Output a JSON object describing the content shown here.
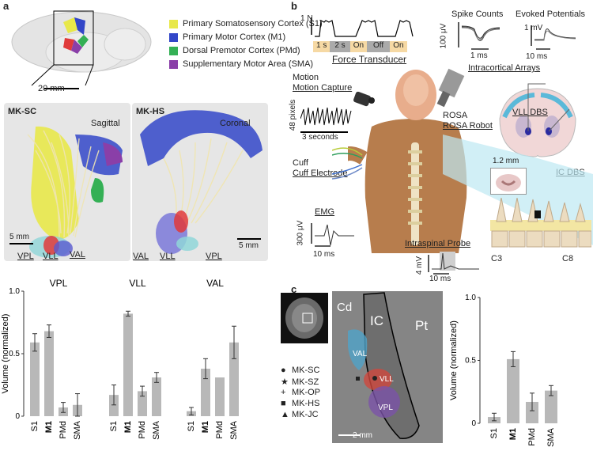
{
  "panel_labels": {
    "a": "a",
    "b": "b",
    "c": "c"
  },
  "legend": {
    "items": [
      {
        "label": "Primary Somatosensory Cortex (S1)",
        "color": "#e8e84a"
      },
      {
        "label": "Primary Motor Cortex (M1)",
        "color": "#3246c8"
      },
      {
        "label": "Dorsal Premotor Cortex (PMd)",
        "color": "#34b055"
      },
      {
        "label": "Supplementary Motor Area (SMA)",
        "color": "#8a3fa8"
      }
    ]
  },
  "panel_a": {
    "scale_top": "20 mm",
    "sc_title": "MK-SC",
    "sc_view": "Sagittal",
    "sc_scale": "5 mm",
    "hs_title": "MK-HS",
    "hs_view": "Coronal",
    "hs_scale": "5 mm",
    "sc_labels": {
      "vpl": "VPL",
      "vll": "VLL",
      "val": "VAL"
    },
    "hs_labels": {
      "val": "VAL",
      "vll": "VLL",
      "vpl": "VPL"
    }
  },
  "panel_b": {
    "force_transducer": "Force Transducer",
    "force_scale": "1 N",
    "timeline": [
      "1 s",
      "2 s",
      "On",
      "Off",
      "On"
    ],
    "spike_counts": "Spike Counts",
    "spike_y": "100 μV",
    "spike_x": "1 ms",
    "evoked": "Evoked Potentials",
    "evoked_y": "1 mV",
    "evoked_x": "10 ms",
    "motion_capture": "Motion Capture",
    "pixels_label": "48 pixels",
    "seconds_label": "3 seconds",
    "intracortical": "Intracortical Arrays",
    "rosa": "ROSA Robot",
    "vll_dbs": "VLL DBS",
    "ic_dbs": "IC DBS",
    "cuff": "Cuff Electrode",
    "emg": "EMG",
    "emg_y": "300 μV",
    "emg_x": "10 ms",
    "spinal_scale": "1.2 mm",
    "intraspinal": "Intraspinal Probe",
    "intraspinal_y": "4 mV",
    "intraspinal_x": "10 ms",
    "c3": "C3",
    "c8": "C8"
  },
  "panel_c": {
    "cd": "Cd",
    "ic": "IC",
    "pt": "Pt",
    "val": "VAL",
    "vll": "VLL",
    "vpl": "VPL",
    "scale": "2 mm",
    "markers": [
      {
        "label": "MK-SC",
        "symbol": "●"
      },
      {
        "label": "MK-SZ",
        "symbol": "★"
      },
      {
        "label": "MK-OP",
        "symbol": "+"
      },
      {
        "label": "MK-HS",
        "symbol": "■"
      },
      {
        "label": "MK-JC",
        "symbol": "▲"
      }
    ]
  },
  "chart_data": [
    {
      "type": "bar",
      "title": "VPL",
      "categories": [
        "S1",
        "M1",
        "PMd",
        "SMA"
      ],
      "values": [
        0.59,
        0.68,
        0.07,
        0.09
      ],
      "errors": [
        0.07,
        0.05,
        0.04,
        0.09
      ],
      "ylabel": "Volume (normalized)",
      "ylim": [
        0,
        1.0
      ],
      "yticks": [
        "0",
        "0.5",
        "1.0"
      ],
      "bold_category": "M1"
    },
    {
      "type": "bar",
      "title": "VLL",
      "categories": [
        "S1",
        "M1",
        "PMd",
        "SMA"
      ],
      "values": [
        0.17,
        0.82,
        0.2,
        0.31
      ],
      "errors": [
        0.08,
        0.02,
        0.04,
        0.04
      ],
      "ylim": [
        0,
        1.0
      ],
      "bold_category": "M1"
    },
    {
      "type": "bar",
      "title": "VAL",
      "categories": [
        "S1",
        "M1",
        "PMd",
        "SMA"
      ],
      "values": [
        0.04,
        0.38,
        0.31,
        0.59
      ],
      "errors": [
        0.03,
        0.08,
        0.0,
        0.13
      ],
      "ylim": [
        0,
        1.0
      ],
      "bold_category": "M1"
    },
    {
      "type": "bar",
      "title": "",
      "categories": [
        "S1",
        "M1",
        "PMd",
        "SMA"
      ],
      "values": [
        0.05,
        0.51,
        0.17,
        0.26
      ],
      "errors": [
        0.03,
        0.06,
        0.07,
        0.04
      ],
      "ylabel": "Volume (normalized)",
      "ylim": [
        0,
        1.0
      ],
      "yticks": [
        "0",
        "0.5",
        "1.0"
      ],
      "bold_category": "M1"
    }
  ]
}
